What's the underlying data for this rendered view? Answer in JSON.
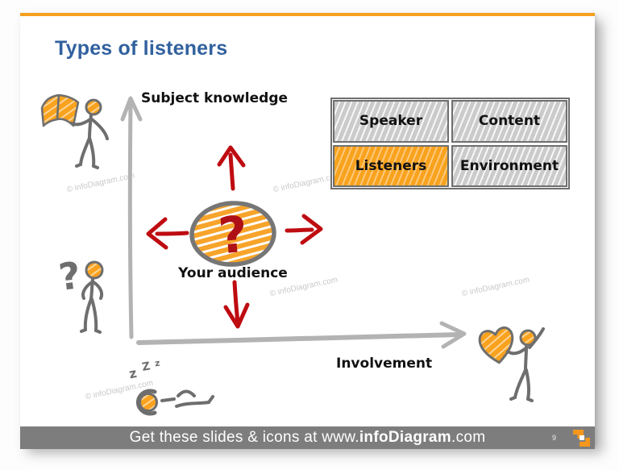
{
  "slide": {
    "title": "Types of listeners",
    "accent_color": "#F5A01F",
    "title_color": "#31619E"
  },
  "diagram": {
    "y_axis_label": "Subject knowledge",
    "x_axis_label": "Involvement",
    "center": {
      "label": "Your audience",
      "symbol": "?"
    },
    "confused_symbol": "?",
    "sleep_z": [
      "z",
      "Z",
      "z"
    ],
    "arrow_color": "#BE0C11",
    "axis_color": "#B3B3B3",
    "figure_color": "#6E6E6E",
    "scribble_orange": "#F9A21D",
    "figures": [
      {
        "icon": "reader-figure-icon",
        "position": "top-left",
        "meaning": "high subject knowledge listener reading a book"
      },
      {
        "icon": "confused-figure-icon",
        "position": "bottom-left",
        "meaning": "low knowledge listener with question mark"
      },
      {
        "icon": "sleeping-figure-icon",
        "position": "bottom-center",
        "meaning": "uninvolved listener sleeping zZz"
      },
      {
        "icon": "heart-figure-icon",
        "position": "bottom-right",
        "meaning": "highly involved listener holding heart"
      }
    ]
  },
  "matrix": {
    "cells": [
      {
        "label": "Speaker",
        "highlighted": false
      },
      {
        "label": "Content",
        "highlighted": false
      },
      {
        "label": "Listeners",
        "highlighted": true
      },
      {
        "label": "Environment",
        "highlighted": false
      }
    ],
    "highlight_color": "#F9A21D",
    "base_color": "#CBCBCB"
  },
  "watermark": {
    "text": "© infoDiagram.com"
  },
  "footer": {
    "text_prefix": "Get these slides & icons at www.",
    "brand_bold": "infoDiagram",
    "text_suffix": ".com",
    "page_number": "9"
  }
}
